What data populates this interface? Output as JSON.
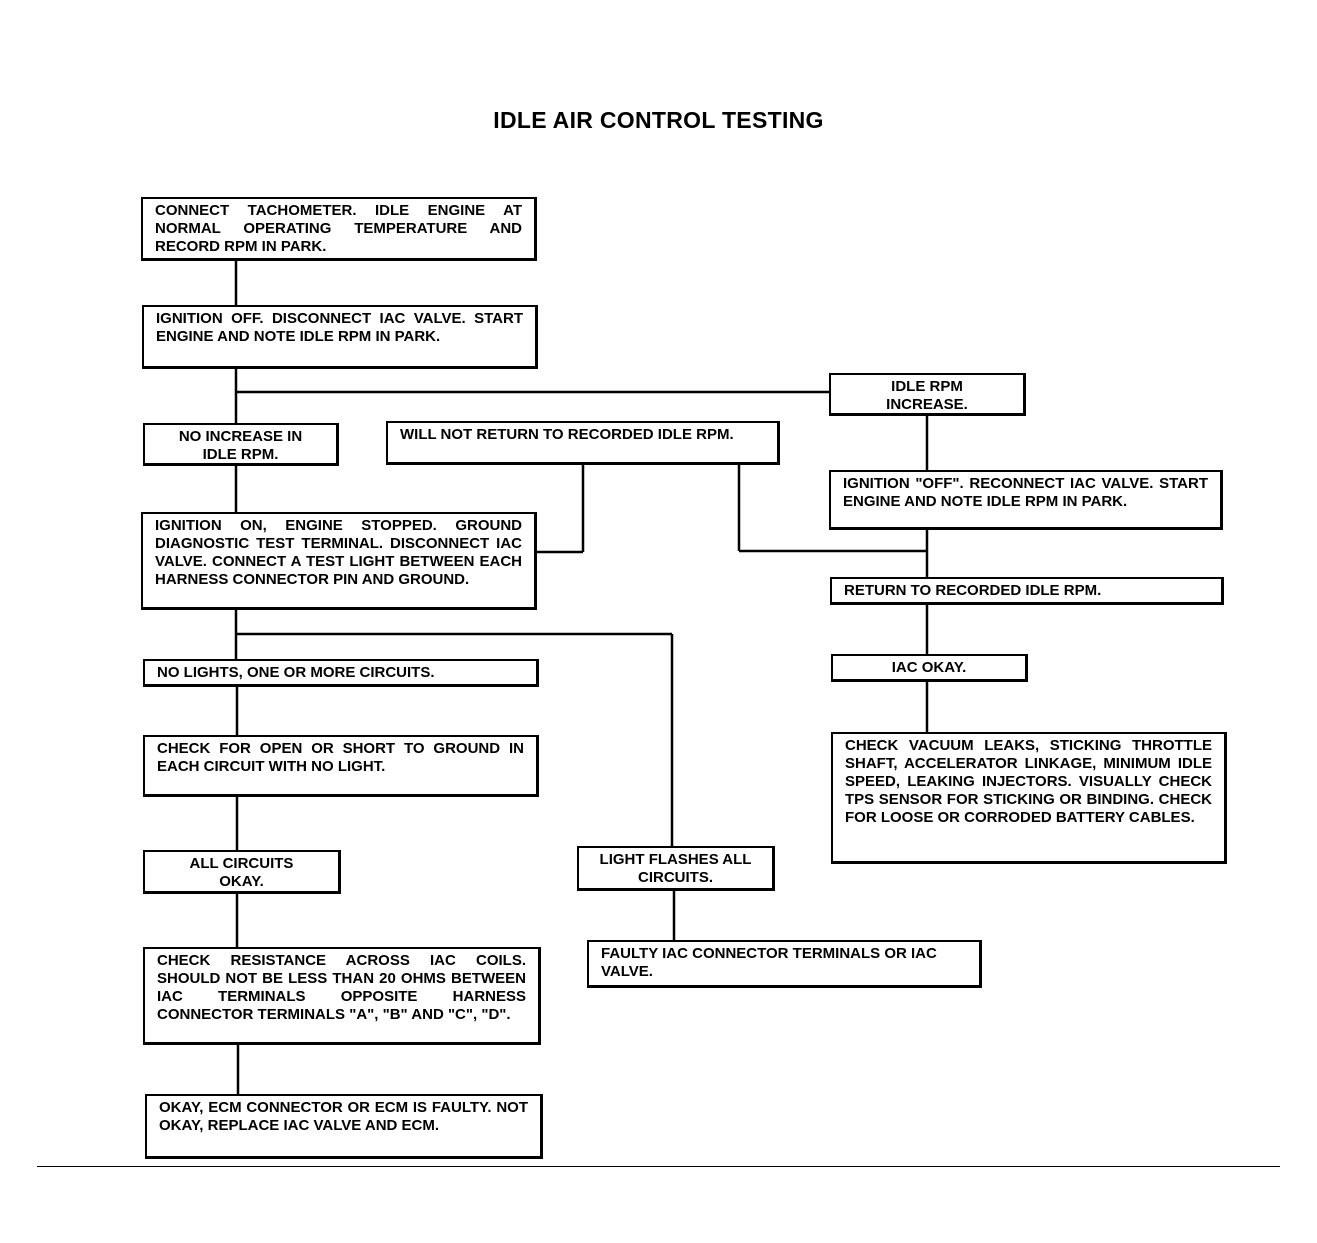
{
  "title": "IDLE AIR CONTROL TESTING",
  "steps": {
    "connect_tachometer": "CONNECT TACHOMETER. IDLE ENGINE AT NORMAL OPERATING TEMPERATURE AND RECORD RPM IN PARK.",
    "ignition_off_disconnect": "IGNITION OFF. DISCONNECT IAC VALVE. START ENGINE AND NOTE IDLE RPM IN PARK.",
    "idle_rpm_increase": "IDLE RPM INCREASE.",
    "no_increase": "NO INCREASE IN IDLE RPM.",
    "will_not_return": "WILL NOT RETURN TO RECORDED IDLE RPM.",
    "ignition_off_reconnect": "IGNITION \"OFF\". RECONNECT IAC VALVE. START ENGINE AND NOTE IDLE RPM IN PARK.",
    "ignition_on_test_light": "IGNITION ON, ENGINE STOPPED. GROUND DIAGNOSTIC TEST TERMINAL. DISCONNECT IAC VALVE. CONNECT A TEST LIGHT BETWEEN EACH HARNESS CONNECTOR PIN AND GROUND.",
    "return_to_recorded": "RETURN TO RECORDED IDLE RPM.",
    "no_lights": "NO LIGHTS, ONE OR MORE CIRCUITS.",
    "iac_okay": "IAC OKAY.",
    "check_open_short": "CHECK FOR OPEN OR SHORT TO GROUND IN EACH CIRCUIT WITH NO LIGHT.",
    "check_vacuum_leaks": "CHECK VACUUM LEAKS, STICKING THROTTLE SHAFT, ACCELERATOR LINKAGE, MINIMUM IDLE SPEED, LEAKING INJECTORS. VISUALLY CHECK TPS SENSOR FOR STICKING OR BINDING. CHECK FOR LOOSE OR CORRODED BATTERY CABLES.",
    "all_circuits_okay": "ALL CIRCUITS OKAY.",
    "light_flashes": "LIGHT FLASHES ALL CIRCUITS.",
    "faulty_connector": "FAULTY IAC CONNECTOR TERMINALS OR IAC VALVE.",
    "check_resistance": "CHECK RESISTANCE ACROSS IAC COILS. SHOULD NOT BE LESS THAN 20 OHMS BETWEEN IAC TERMINALS OPPOSITE HARNESS CONNECTOR TERMINALS \"A\", \"B\" AND \"C\", \"D\".",
    "okay_ecm": "OKAY, ECM CONNECTOR OR ECM IS FAULTY. NOT OKAY, REPLACE IAC VALVE AND ECM."
  },
  "colors": {
    "line": "#000000",
    "background": "#ffffff"
  }
}
